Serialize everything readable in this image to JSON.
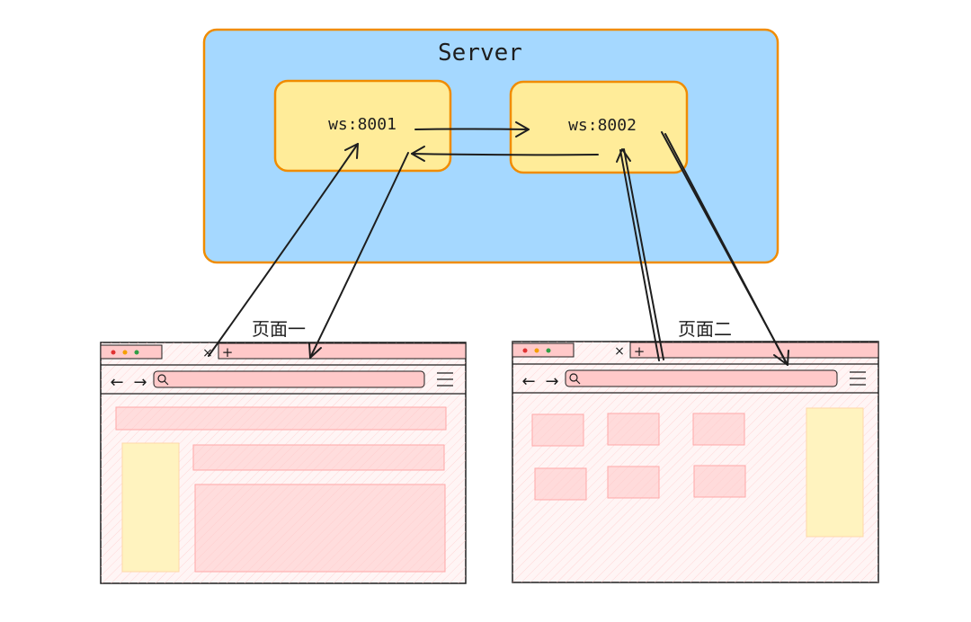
{
  "server": {
    "title": "Server"
  },
  "nodes": [
    {
      "id": "ws8001",
      "label": "ws:8001"
    },
    {
      "id": "ws8002",
      "label": "ws:8002"
    }
  ],
  "pages": [
    {
      "id": "page1",
      "title": "页面一"
    },
    {
      "id": "page2",
      "title": "页面二"
    }
  ],
  "browser": {
    "close_glyph": "×",
    "new_tab_glyph": "+",
    "back_glyph": "←",
    "forward_glyph": "→",
    "menu_glyph": "☰"
  },
  "colors": {
    "server_fill": "#a5d8ff",
    "server_stroke": "#f08c00",
    "node_fill": "#ffec99",
    "node_stroke": "#f08c00",
    "browser_fill": "#fff5f5",
    "browser_block": "#ffc9c9",
    "sidebar_fill": "#fff3bf",
    "line": "#1e1e1e"
  }
}
